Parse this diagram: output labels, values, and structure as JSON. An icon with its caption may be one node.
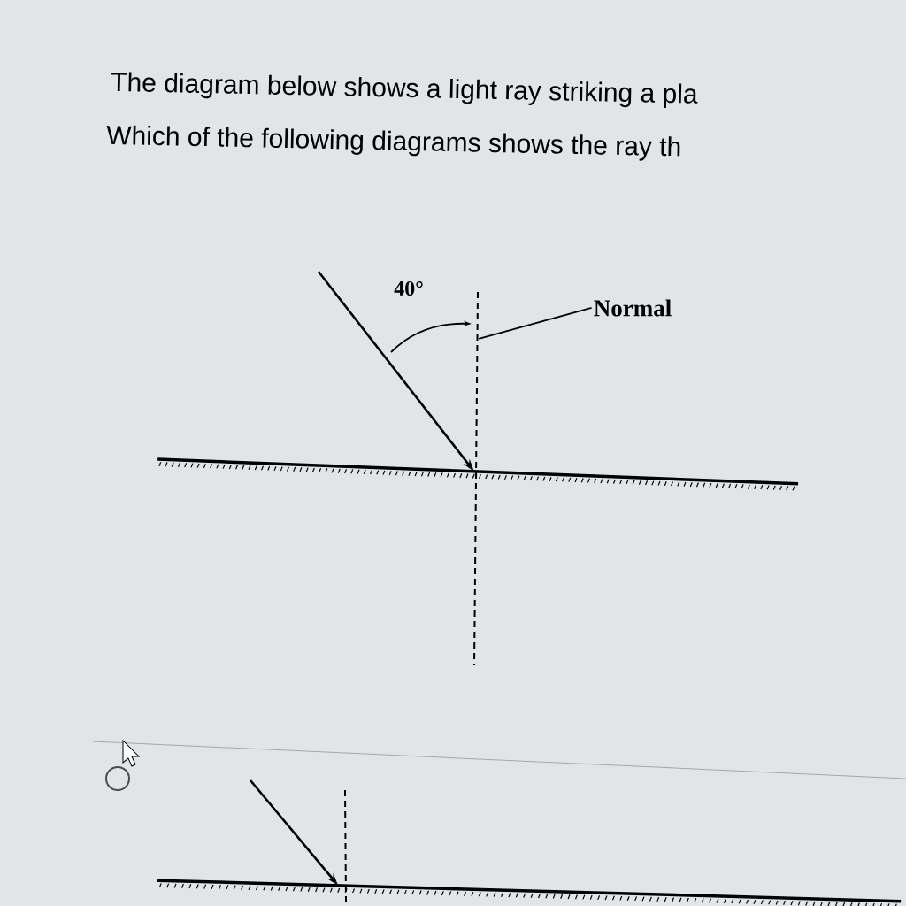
{
  "diagram": {
    "nodes": [
      {
        "text": [],
        "shape": "bar"
      },
      {
        "text": [],
        "shape": "line"
      },
      {
        "text": [
          "Normal"
        ]
      },
      {
        "text": [],
        "shape": "bar"
      }
    ],
    "edges": [
      {
        "from": null,
        "to": 0,
        "arrow": "to"
      },
      {
        "from": 2,
        "to": 1,
        "arrow": "none"
      },
      {
        "from": null,
        "to": 3,
        "arrow": "to"
      }
    ],
    "labels": [
      "The diagram below shows a light ray striking a pla",
      "Which of the following diagrams shows the ray th",
      "40°"
    ]
  }
}
